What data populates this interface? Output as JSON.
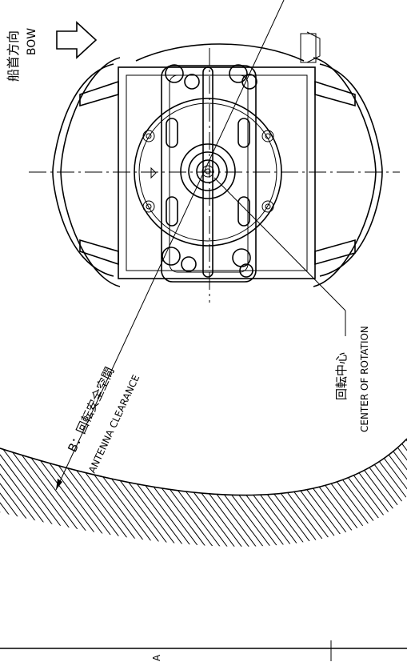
{
  "bow_label_jp": "船首方向",
  "bow_label_en": "BOW",
  "clearance_label_jp": "B：回転安全空間",
  "clearance_label_en": "ANTENNA CLEARANCE",
  "center_label_jp": "回転中心",
  "center_label_en": "CENTER OF ROTATION",
  "dimension_mark": "A"
}
